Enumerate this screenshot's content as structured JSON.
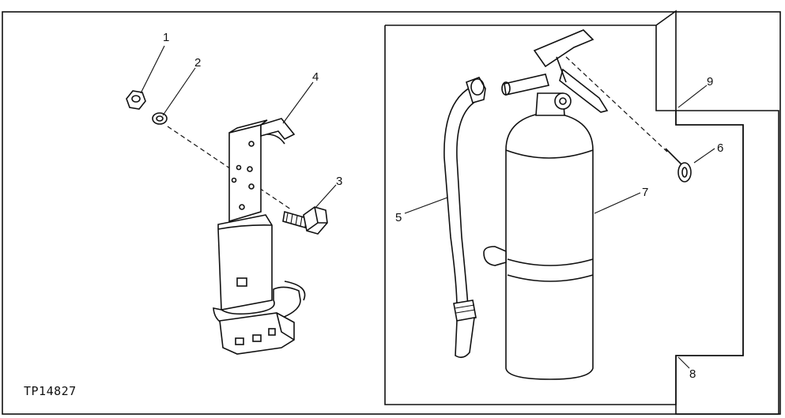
{
  "figure_code": "TP14827",
  "callouts": [
    {
      "label": "1",
      "part": "nut"
    },
    {
      "label": "2",
      "part": "lock-washer"
    },
    {
      "label": "3",
      "part": "bolt"
    },
    {
      "label": "4",
      "part": "mounting-bracket"
    },
    {
      "label": "5",
      "part": "hose"
    },
    {
      "label": "6",
      "part": "safety-pin"
    },
    {
      "label": "7",
      "part": "fire-extinguisher"
    },
    {
      "label": "8",
      "part": "outer-panel"
    },
    {
      "label": "9",
      "part": "outer-panel"
    }
  ]
}
